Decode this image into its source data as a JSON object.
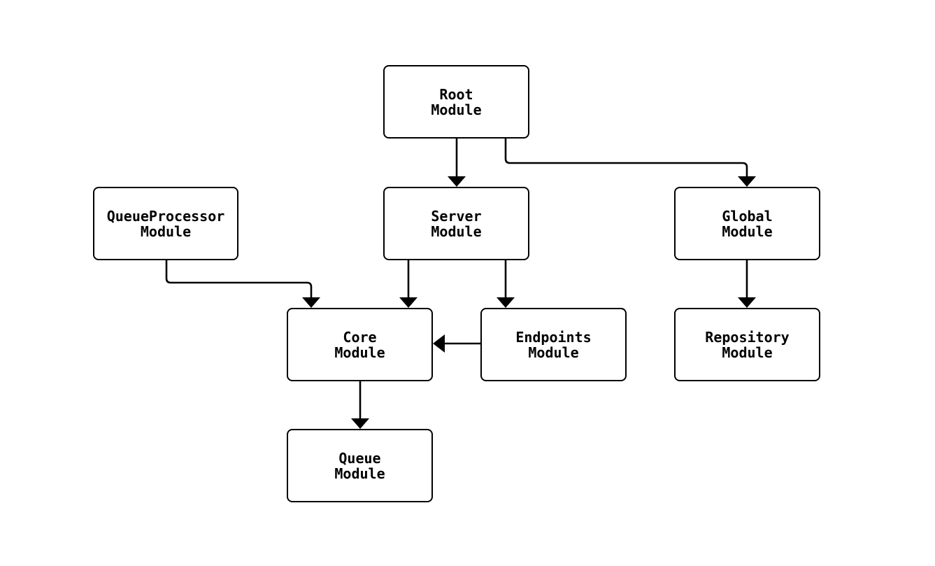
{
  "diagram": {
    "type": "module-dependency-flowchart",
    "background_color": "#ffffff",
    "node_fill_color": "#ffffff",
    "node_border_color": "#000000",
    "edge_color": "#000000",
    "nodes": [
      {
        "id": "root",
        "line1": "Root",
        "line2": "Module"
      },
      {
        "id": "queueprocessor",
        "line1": "QueueProcessor",
        "line2": "Module"
      },
      {
        "id": "server",
        "line1": "Server",
        "line2": "Module"
      },
      {
        "id": "global",
        "line1": "Global",
        "line2": "Module"
      },
      {
        "id": "core",
        "line1": "Core",
        "line2": "Module"
      },
      {
        "id": "endpoints",
        "line1": "Endpoints",
        "line2": "Module"
      },
      {
        "id": "repository",
        "line1": "Repository",
        "line2": "Module"
      },
      {
        "id": "queue",
        "line1": "Queue",
        "line2": "Module"
      }
    ],
    "edges": [
      {
        "from": "Root Module",
        "to": "Server Module"
      },
      {
        "from": "Root Module",
        "to": "Global Module"
      },
      {
        "from": "QueueProcessor Module",
        "to": "Core Module"
      },
      {
        "from": "Server Module",
        "to": "Core Module"
      },
      {
        "from": "Server Module",
        "to": "Endpoints Module"
      },
      {
        "from": "Endpoints Module",
        "to": "Core Module"
      },
      {
        "from": "Global Module",
        "to": "Repository Module"
      },
      {
        "from": "Core Module",
        "to": "Queue Module"
      }
    ]
  }
}
